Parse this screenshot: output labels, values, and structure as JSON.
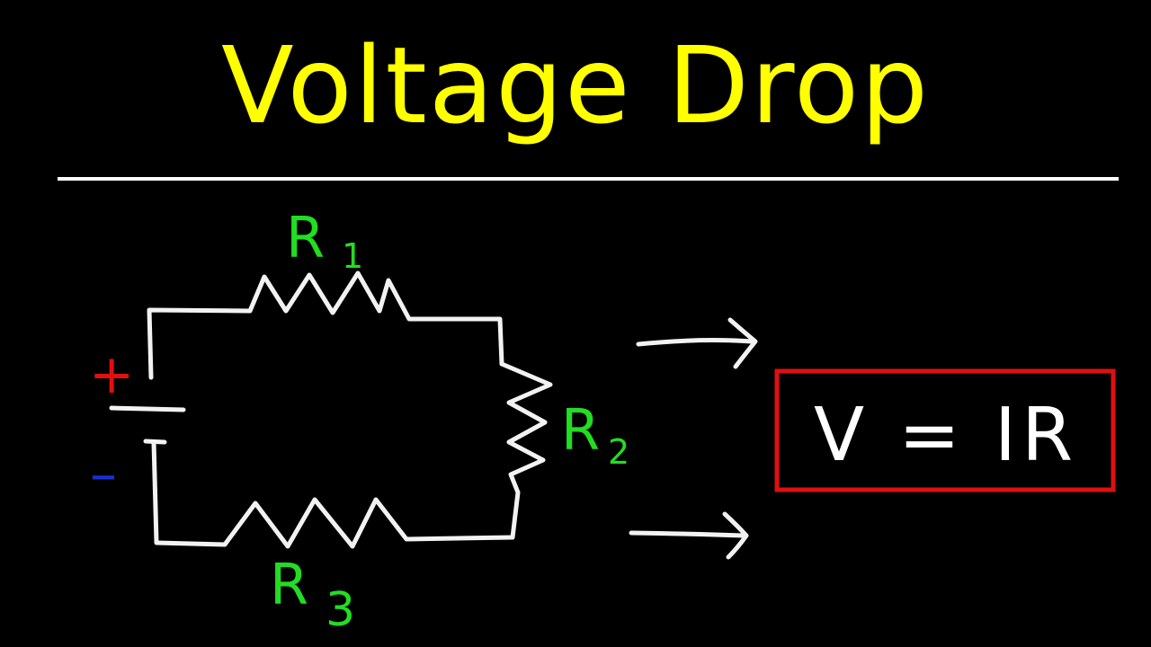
{
  "title": "Voltage Drop",
  "circuit": {
    "battery": {
      "plus_sign": "+",
      "minus_sign": "–"
    },
    "resistors": [
      {
        "label": "R",
        "subscript": "1"
      },
      {
        "label": "R",
        "subscript": "2"
      },
      {
        "label": "R",
        "subscript": "3"
      }
    ]
  },
  "formula": "V = IR",
  "colors": {
    "background": "#000000",
    "title": "#ffff00",
    "wire": "#ffffff",
    "resistor_label": "#22dd22",
    "plus": "#e01010",
    "minus": "#1a2fd6",
    "formula_box": "#e01010",
    "formula_text": "#ffffff"
  }
}
